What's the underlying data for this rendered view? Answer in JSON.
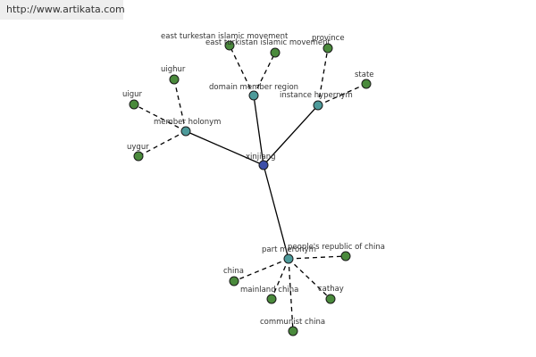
{
  "header": {
    "url": "http://www.artikata.com"
  },
  "colors": {
    "center_node": "#3c4ea8",
    "relation_node": "#4d9a9a",
    "leaf_node": "#4a8a3c"
  },
  "graph": {
    "center": {
      "id": "xinjiang",
      "label": "xinjiang"
    },
    "relations": [
      {
        "id": "member-holonym",
        "label": "member holonym",
        "terms": [
          {
            "id": "uighur",
            "label": "uighur"
          },
          {
            "id": "uigur",
            "label": "uigur"
          },
          {
            "id": "uygur",
            "label": "uygur"
          }
        ]
      },
      {
        "id": "domain-member-region",
        "label": "domain member region",
        "terms": [
          {
            "id": "east-turkestan-1",
            "label": "east turkestan islamic movement"
          },
          {
            "id": "east-turkestan-2",
            "label": "east turkistan islamic movement"
          }
        ]
      },
      {
        "id": "instance-hypernym",
        "label": "instance hypernym",
        "terms": [
          {
            "id": "province",
            "label": "province"
          },
          {
            "id": "state",
            "label": "state"
          }
        ]
      },
      {
        "id": "part-meronym",
        "label": "part meronym",
        "terms": [
          {
            "id": "prc",
            "label": "people's republic of china"
          },
          {
            "id": "china",
            "label": "china"
          },
          {
            "id": "mainland-china",
            "label": "mainland china"
          },
          {
            "id": "cathay",
            "label": "cathay"
          },
          {
            "id": "communist-china",
            "label": "communist china"
          }
        ]
      }
    ]
  }
}
